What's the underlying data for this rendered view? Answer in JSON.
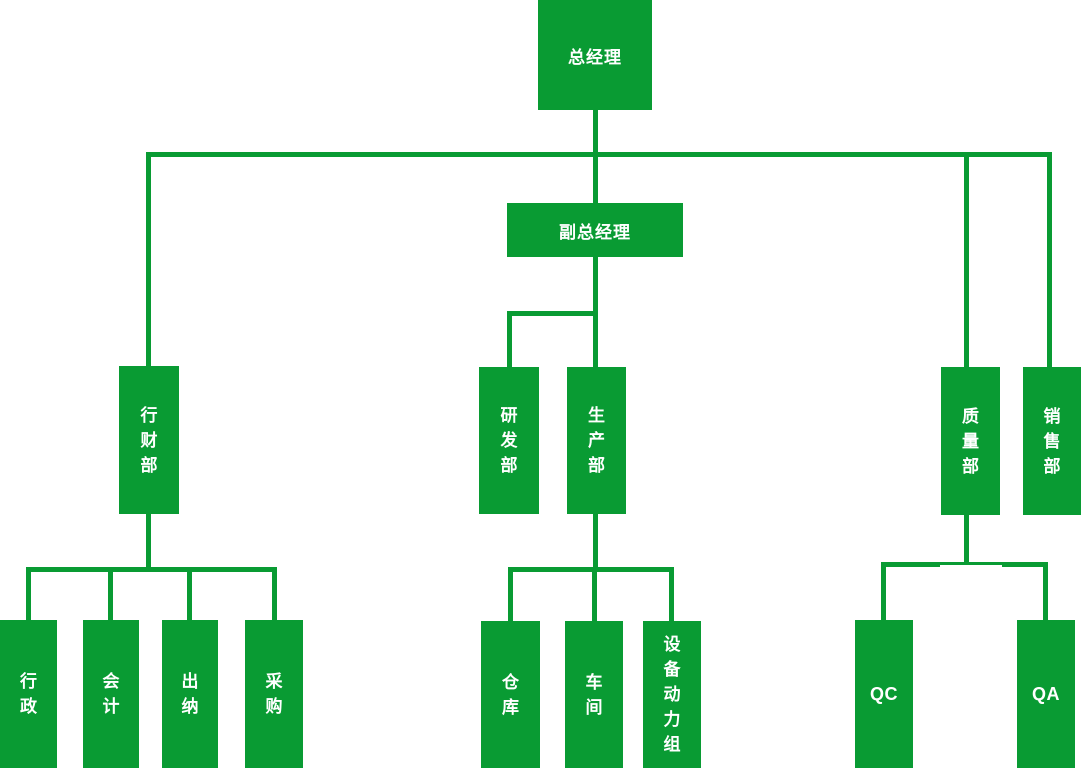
{
  "chart_title": "",
  "colors": {
    "primary_green": "#099B33",
    "node_text": "#FFFFFF",
    "background": "#FFFFFF"
  },
  "nodes": {
    "general_manager": "总经理",
    "deputy_general_manager": "副总经理",
    "finance_admin_dept": "行财部",
    "rd_dept": "研发部",
    "production_dept": "生产部",
    "quality_dept": "质量部",
    "sales_dept": "销售部",
    "admin_office": "行政",
    "accounting": "会计",
    "cashier": "出纳",
    "procurement": "采购",
    "warehouse": "仓库",
    "workshop": "车间",
    "equipment_power_group": "设备动力组",
    "qc": "QC",
    "qa": "QA"
  },
  "structure": {
    "general_manager": [
      "finance_admin_dept",
      "deputy_general_manager",
      "quality_dept",
      "sales_dept"
    ],
    "deputy_general_manager": [
      "rd_dept",
      "production_dept"
    ],
    "finance_admin_dept": [
      "admin_office",
      "accounting",
      "cashier",
      "procurement"
    ],
    "production_dept": [
      "warehouse",
      "workshop",
      "equipment_power_group"
    ],
    "quality_dept": [
      "qc",
      "qa"
    ]
  }
}
